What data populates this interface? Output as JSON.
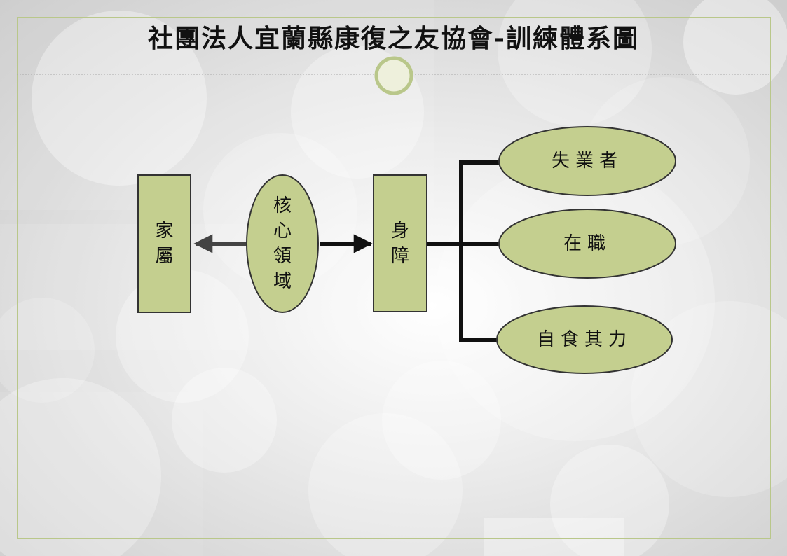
{
  "title": "社團法人宜蘭縣康復之友協會-訓練體系圖",
  "colors": {
    "node_fill": "#c4cf8f",
    "node_stroke": "#333333",
    "frame_line": "#b9c78a",
    "connector": "#111111",
    "left_arrow": "#444444"
  },
  "nodes": {
    "family": {
      "label": "家屬"
    },
    "core": {
      "label": "核心領域"
    },
    "disability": {
      "label": "身障"
    },
    "unemployed": {
      "label": "失業者"
    },
    "employed": {
      "label": "在職"
    },
    "self_reliant": {
      "label": "自食其力"
    }
  }
}
